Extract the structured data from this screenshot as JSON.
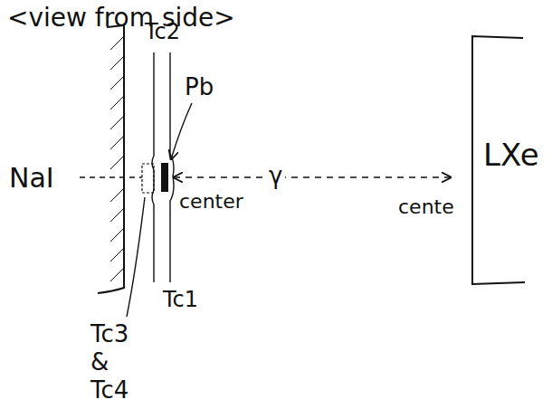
{
  "diagram": {
    "labels": [
      "<view from side>",
      "Tc2",
      "Pb",
      "NaI",
      "center",
      "γ",
      "cente",
      "LXe",
      "Tc1",
      "Tc3 & Tc4"
    ]
  }
}
